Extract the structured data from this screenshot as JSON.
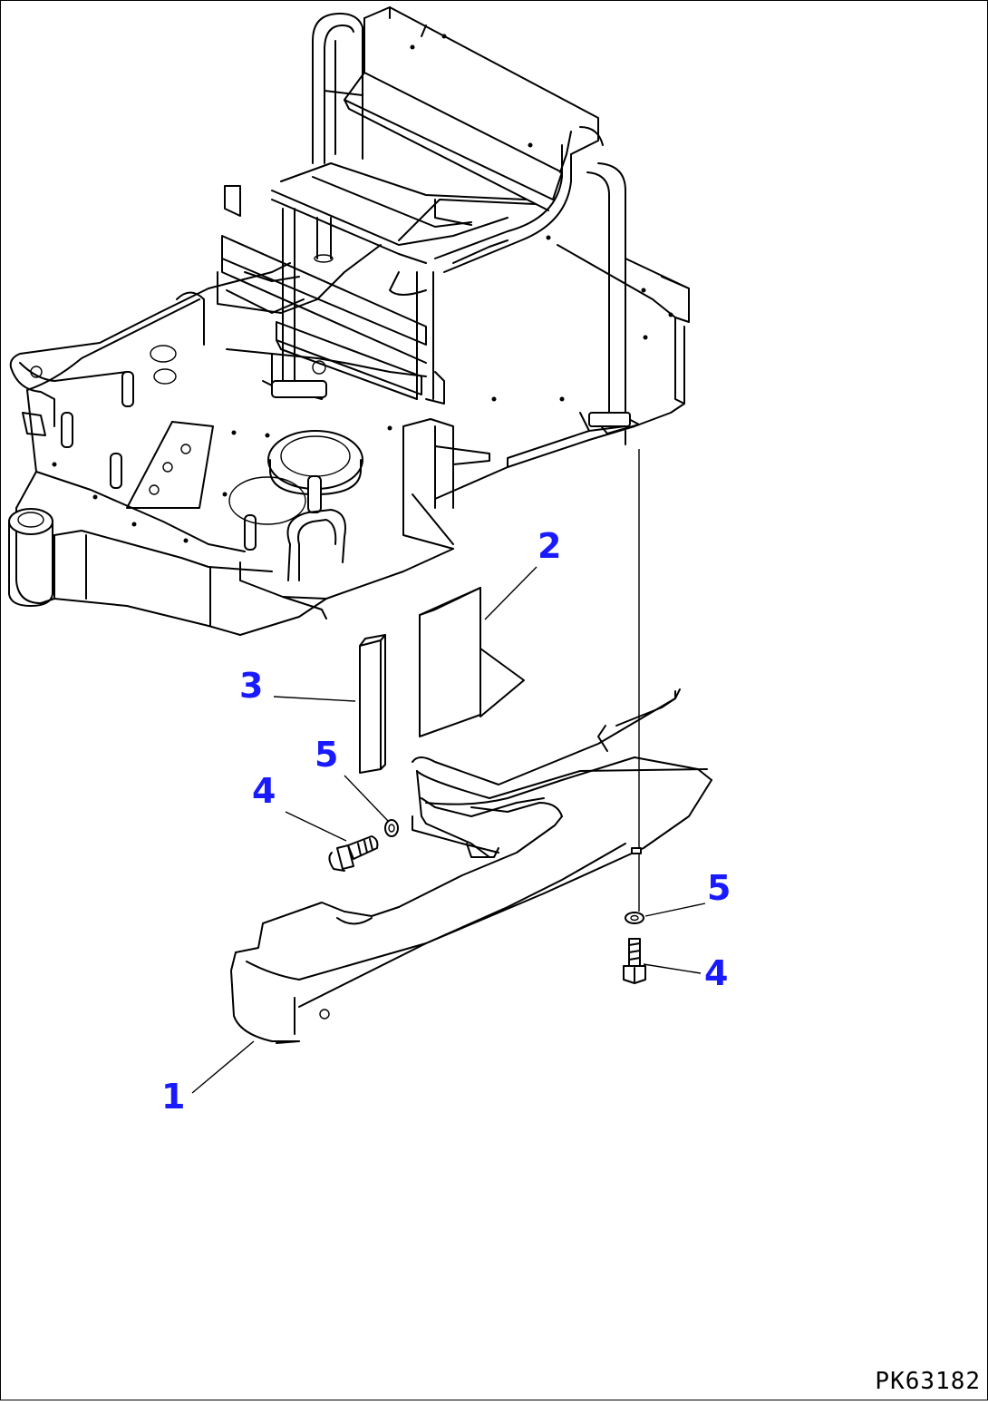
{
  "callouts": [
    {
      "id": "c1",
      "label": "1"
    },
    {
      "id": "c2",
      "label": "2"
    },
    {
      "id": "c3",
      "label": "3"
    },
    {
      "id": "c4a",
      "label": "4"
    },
    {
      "id": "c4b",
      "label": "4"
    },
    {
      "id": "c5a",
      "label": "5"
    },
    {
      "id": "c5b",
      "label": "5"
    }
  ],
  "drawing_code": "PK63182",
  "colors": {
    "callout": "#1a1aff",
    "line": "#000000",
    "background": "#ffffff"
  }
}
